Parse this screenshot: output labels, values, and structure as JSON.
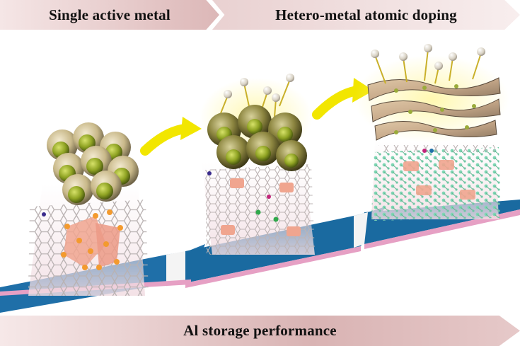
{
  "banners": {
    "stage_1": "Single active metal",
    "stage_2": "Hetero-metal atomic doping",
    "bottom": "Al storage performance"
  },
  "colors": {
    "banner_rose": "#d9b3b3",
    "step_blue": "#1f6fa8",
    "step_pink": "#e6a0c4",
    "arrow_yellow": "#f2e600",
    "sphere_shell": "#c9b98a",
    "sphere_core": "#8fa323",
    "cluster_orange": "#f39a2e",
    "cluster_salmon": "#f0a58f",
    "lattice_mint": "#7fd6b4",
    "graphene_grey": "#b9b2b2"
  },
  "icons": [
    "curved-arrow-icon",
    "yolk-shell-sphere-icon",
    "graphene-lattice-icon",
    "layered-sheet-icon",
    "lollipop-site-icon"
  ]
}
